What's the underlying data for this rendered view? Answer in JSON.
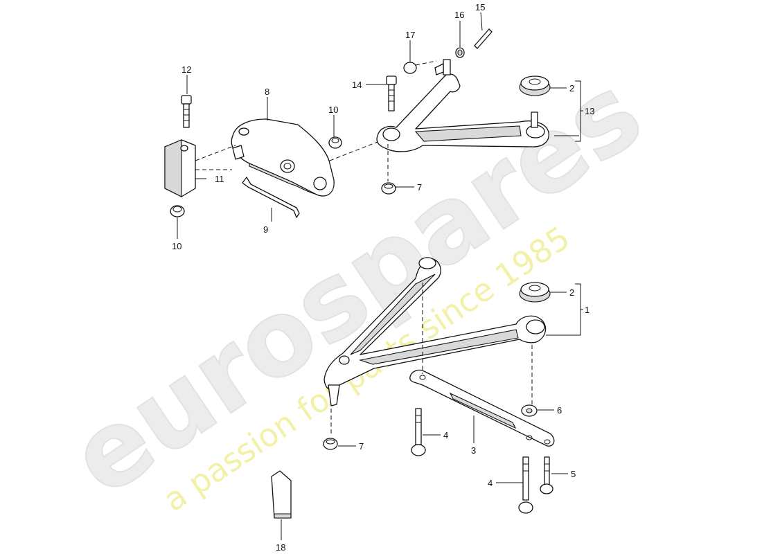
{
  "watermark": {
    "brand": "eurospares",
    "tagline": "a passion for parts since 1985"
  },
  "callouts": {
    "c1": "1",
    "c2a": "2",
    "c2b": "2",
    "c3": "3",
    "c4a": "4",
    "c4b": "4",
    "c5": "5",
    "c6": "6",
    "c7a": "7",
    "c7b": "7",
    "c8": "8",
    "c9": "9",
    "c10a": "10",
    "c10b": "10",
    "c11": "11",
    "c12": "12",
    "c13": "13",
    "c14": "14",
    "c15": "15",
    "c16": "16",
    "c17": "17",
    "c18": "18"
  }
}
